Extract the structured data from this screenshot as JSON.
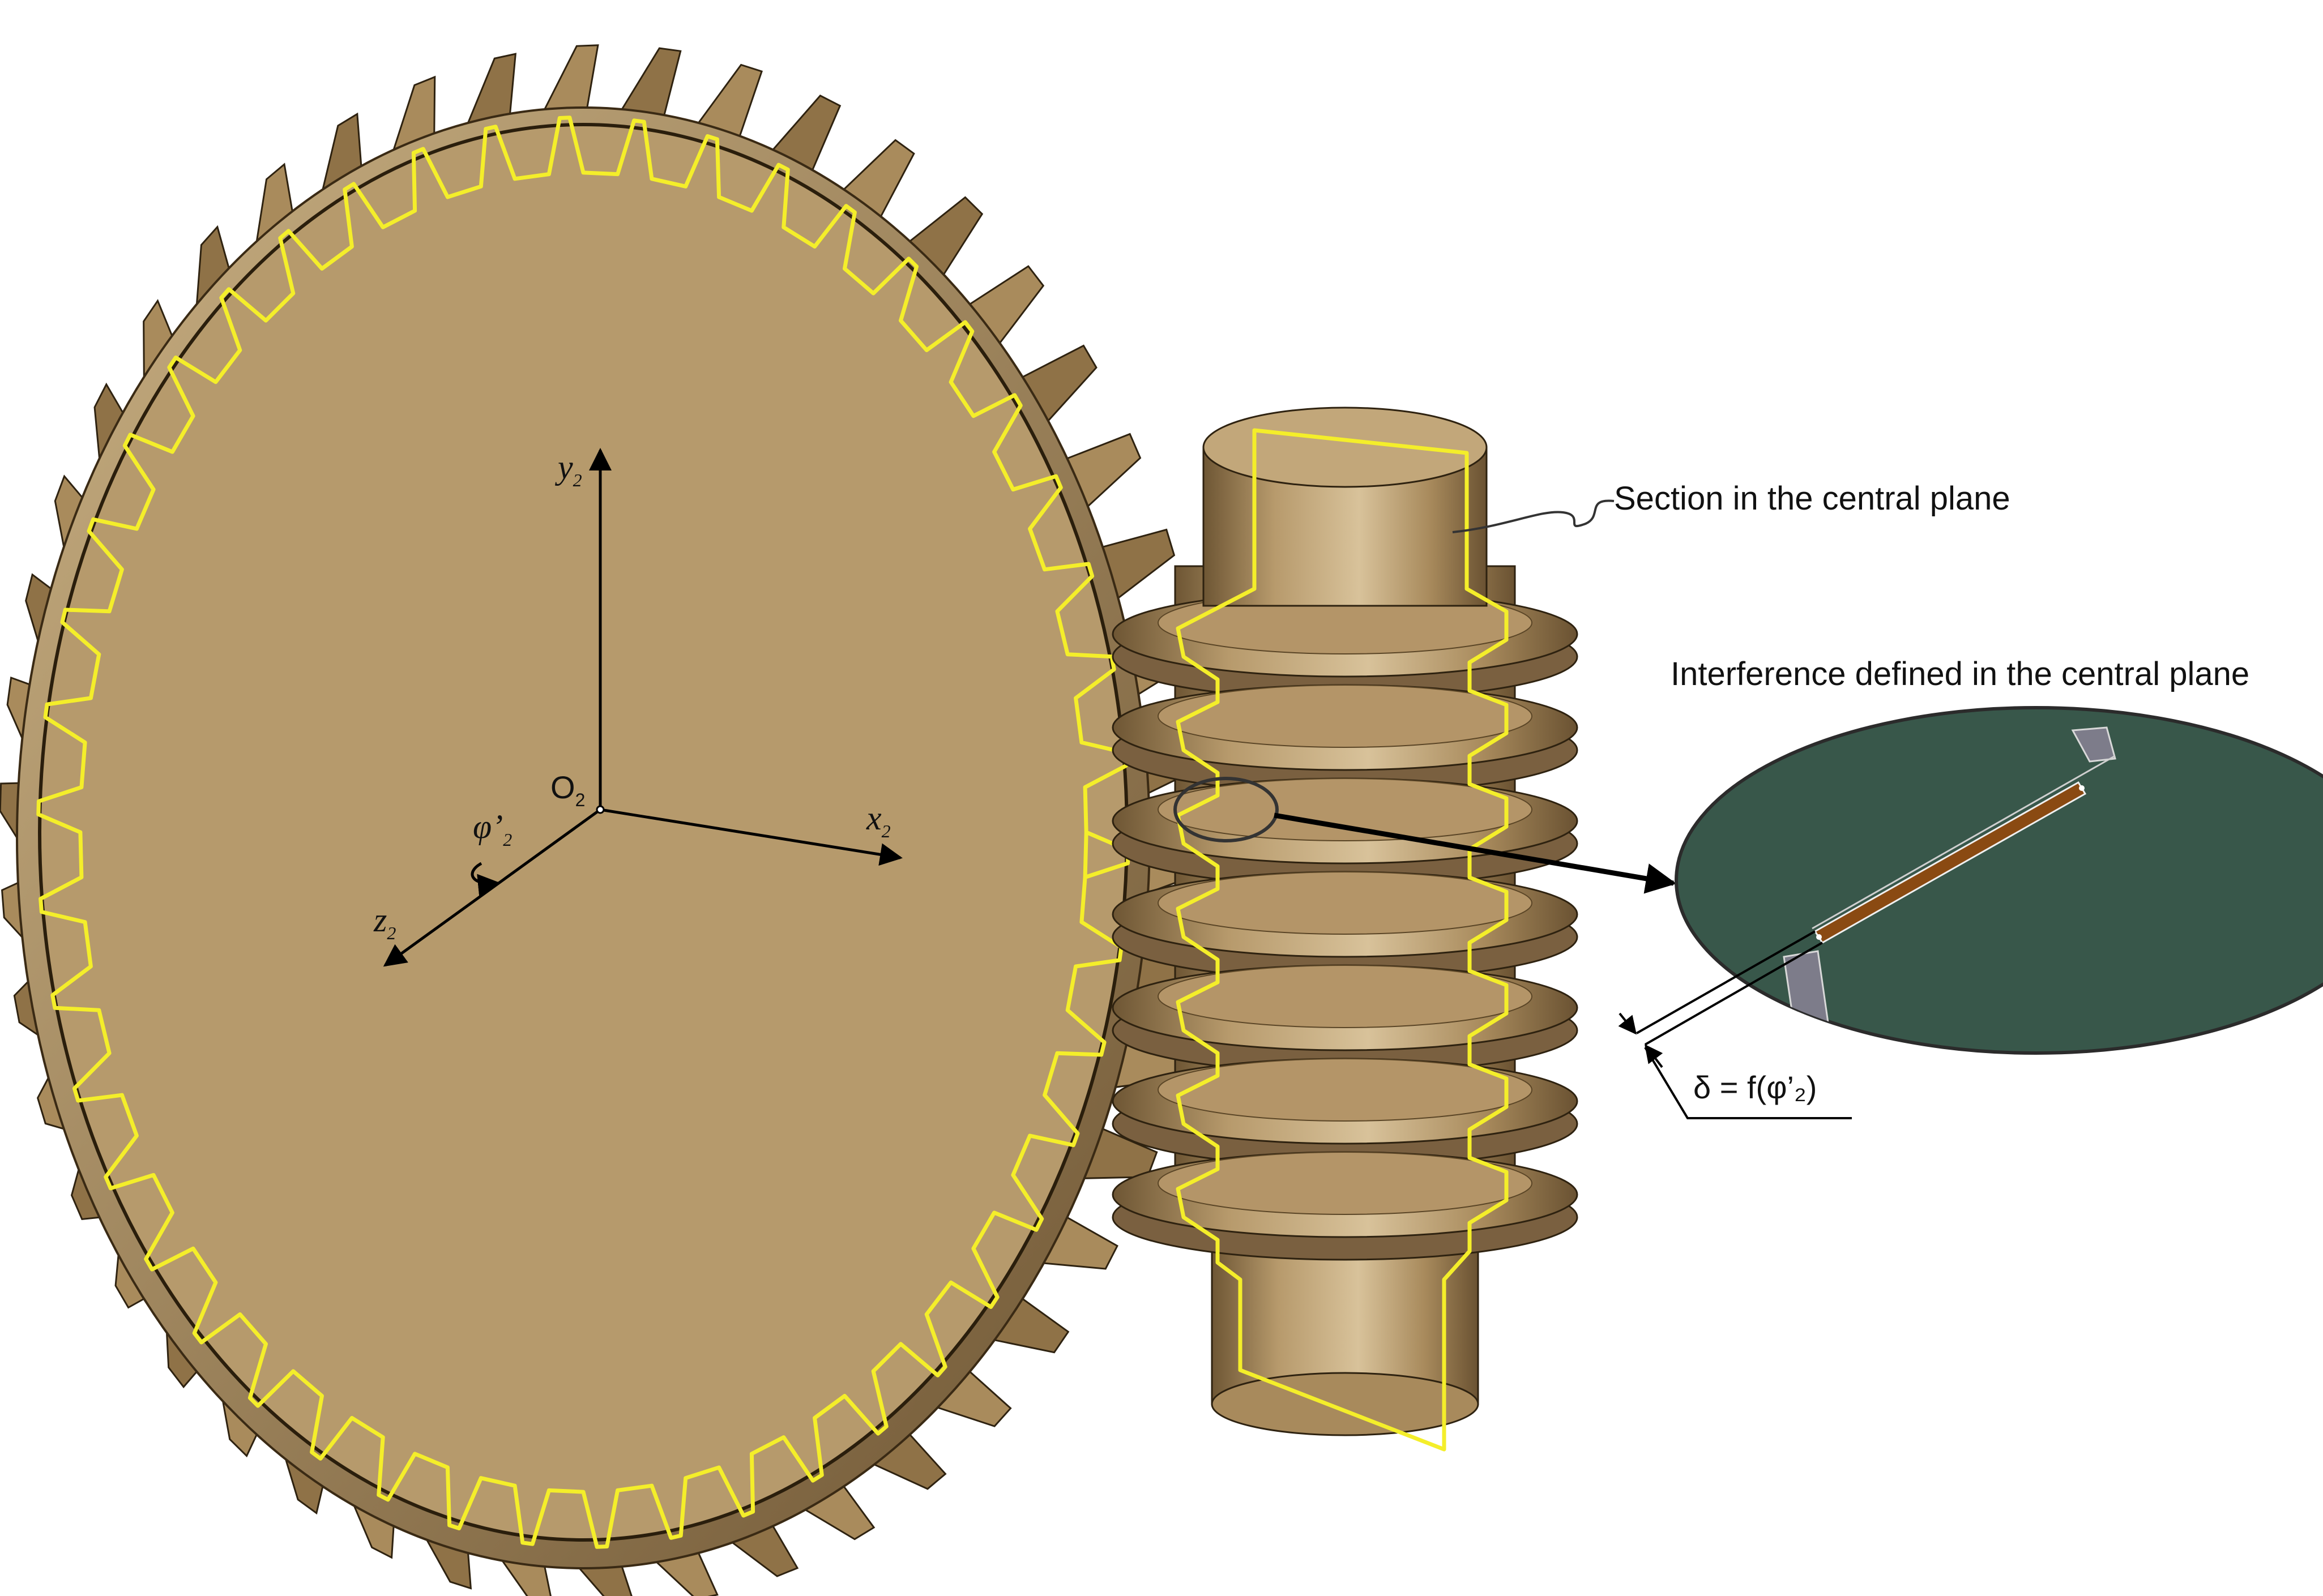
{
  "annotations": {
    "section_label": "Section in the central plane",
    "interference_label": "Interference defined in the central plane",
    "delta_formula": "δ = f(φ’₂)"
  },
  "axes": {
    "origin": {
      "main": "O",
      "sub": "2"
    },
    "x": {
      "main": "x",
      "sub": "2"
    },
    "y": {
      "main": "y",
      "sub": "2"
    },
    "z": {
      "main": "z",
      "sub": "2"
    },
    "rotation": {
      "main": "φ’",
      "sub": "2"
    }
  },
  "colors": {
    "gear_face": "#b69a6c",
    "gear_rim": "#8c6f41",
    "section_line": "#f4ee2a",
    "worm_body": "#b49568",
    "zoom_bg": "#38574a",
    "interference_strip": "#8a4a12",
    "flank_grey": "#7d7c8a"
  },
  "model": {
    "wheel_teeth": 46,
    "worm_threads_visible": 6
  }
}
